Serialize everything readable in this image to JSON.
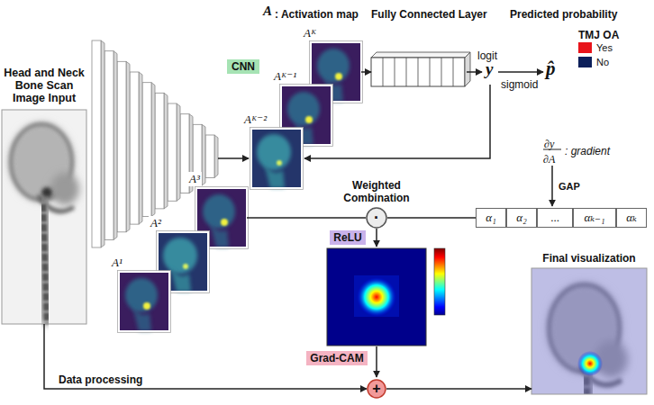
{
  "diagram": {
    "nodes": [
      {
        "text": [
          "Head and Neck Bone Scan Image Input"
        ]
      },
      {
        "text": [
          "CNN"
        ]
      },
      {
        "text": [
          "Aᴷ"
        ]
      },
      {
        "text": [
          "Aᴷ⁻¹"
        ]
      },
      {
        "text": [
          "Aᴷ⁻²"
        ]
      },
      {
        "text": [
          "Fully Connected Layer"
        ]
      },
      {
        "text": [
          "A³"
        ]
      },
      {
        "text": [
          "A²"
        ]
      },
      {
        "text": [
          "A¹"
        ]
      },
      {
        "text": [
          "Weighted Combination",
          "·"
        ]
      },
      {
        "text": [
          "α₁"
        ]
      },
      {
        "text": [
          "α₂"
        ]
      },
      {
        "text": [
          "..."
        ]
      },
      {
        "text": [
          "αₖ₋₁"
        ]
      },
      {
        "text": [
          "αₖ"
        ]
      },
      {
        "text": [
          "ReLU"
        ]
      },
      {
        "text": [
          "Grad-CAM"
        ]
      },
      {
        "text": [
          "+"
        ]
      },
      {
        "text": [
          "Final visualization"
        ]
      }
    ],
    "edges": [
      {
        "from": 2,
        "to": 5,
        "arrow": "to"
      },
      {
        "from": 6,
        "to": 9,
        "arrow": "none"
      },
      {
        "from": 10,
        "to": 9,
        "arrow": "none"
      },
      {
        "from": 0,
        "to": 17,
        "arrow": "to",
        "label": "Data processing"
      },
      {
        "from": 17,
        "to": 18,
        "arrow": "to"
      }
    ],
    "labels": [
      "A",
      ": Activation map",
      "Predicted probability",
      "TMJ OA",
      "logit",
      "y",
      "sigmoid",
      "p̂",
      "∂y",
      "∂A",
      ": gradient",
      "GAP"
    ],
    "legend": [
      {
        "text": "Yes",
        "color": "#e8141b"
      },
      {
        "text": "No",
        "color": "#0c1f5a"
      }
    ]
  }
}
